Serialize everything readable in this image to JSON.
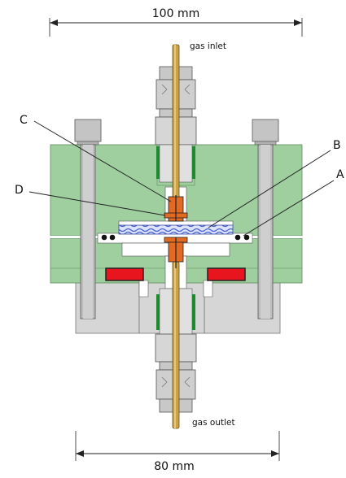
{
  "diagram": {
    "dimensions": {
      "top_width": "100 mm",
      "bottom_width": "80 mm"
    },
    "labels": {
      "gas_inlet": "gas inlet",
      "gas_outlet": "gas outlet",
      "A": "A",
      "B": "B",
      "C": "C",
      "D": "D"
    },
    "colors": {
      "body_green": "#9fcf9f",
      "housing_gray": "#d6d6d6",
      "seal_red": "#e8141e",
      "electrode_orange": "#e26a22",
      "membrane_blue": "#6b7fd8",
      "tube_gold": "#c9a24a",
      "bolt_gray": "#c4c4c4",
      "o_ring": "#111111"
    }
  }
}
